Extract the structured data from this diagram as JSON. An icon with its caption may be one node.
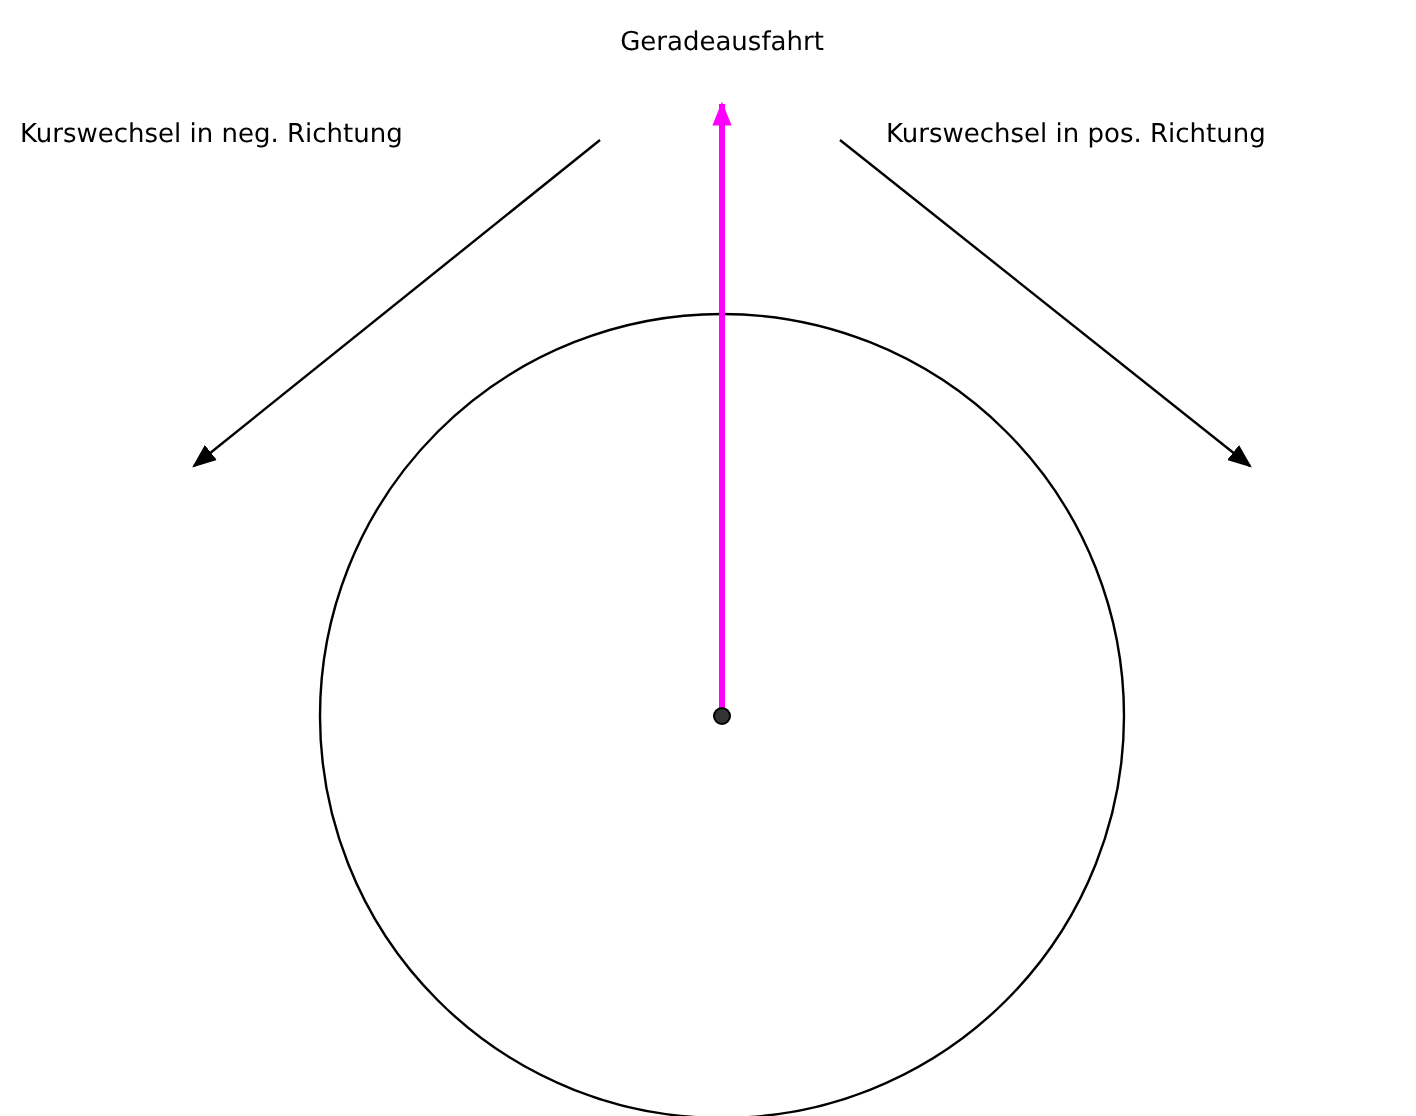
{
  "diagram": {
    "labels": [
      "Geradeausfahrt",
      "Kurswechsel in neg. Richtung",
      "Kurswechsel in pos. Richtung"
    ]
  }
}
